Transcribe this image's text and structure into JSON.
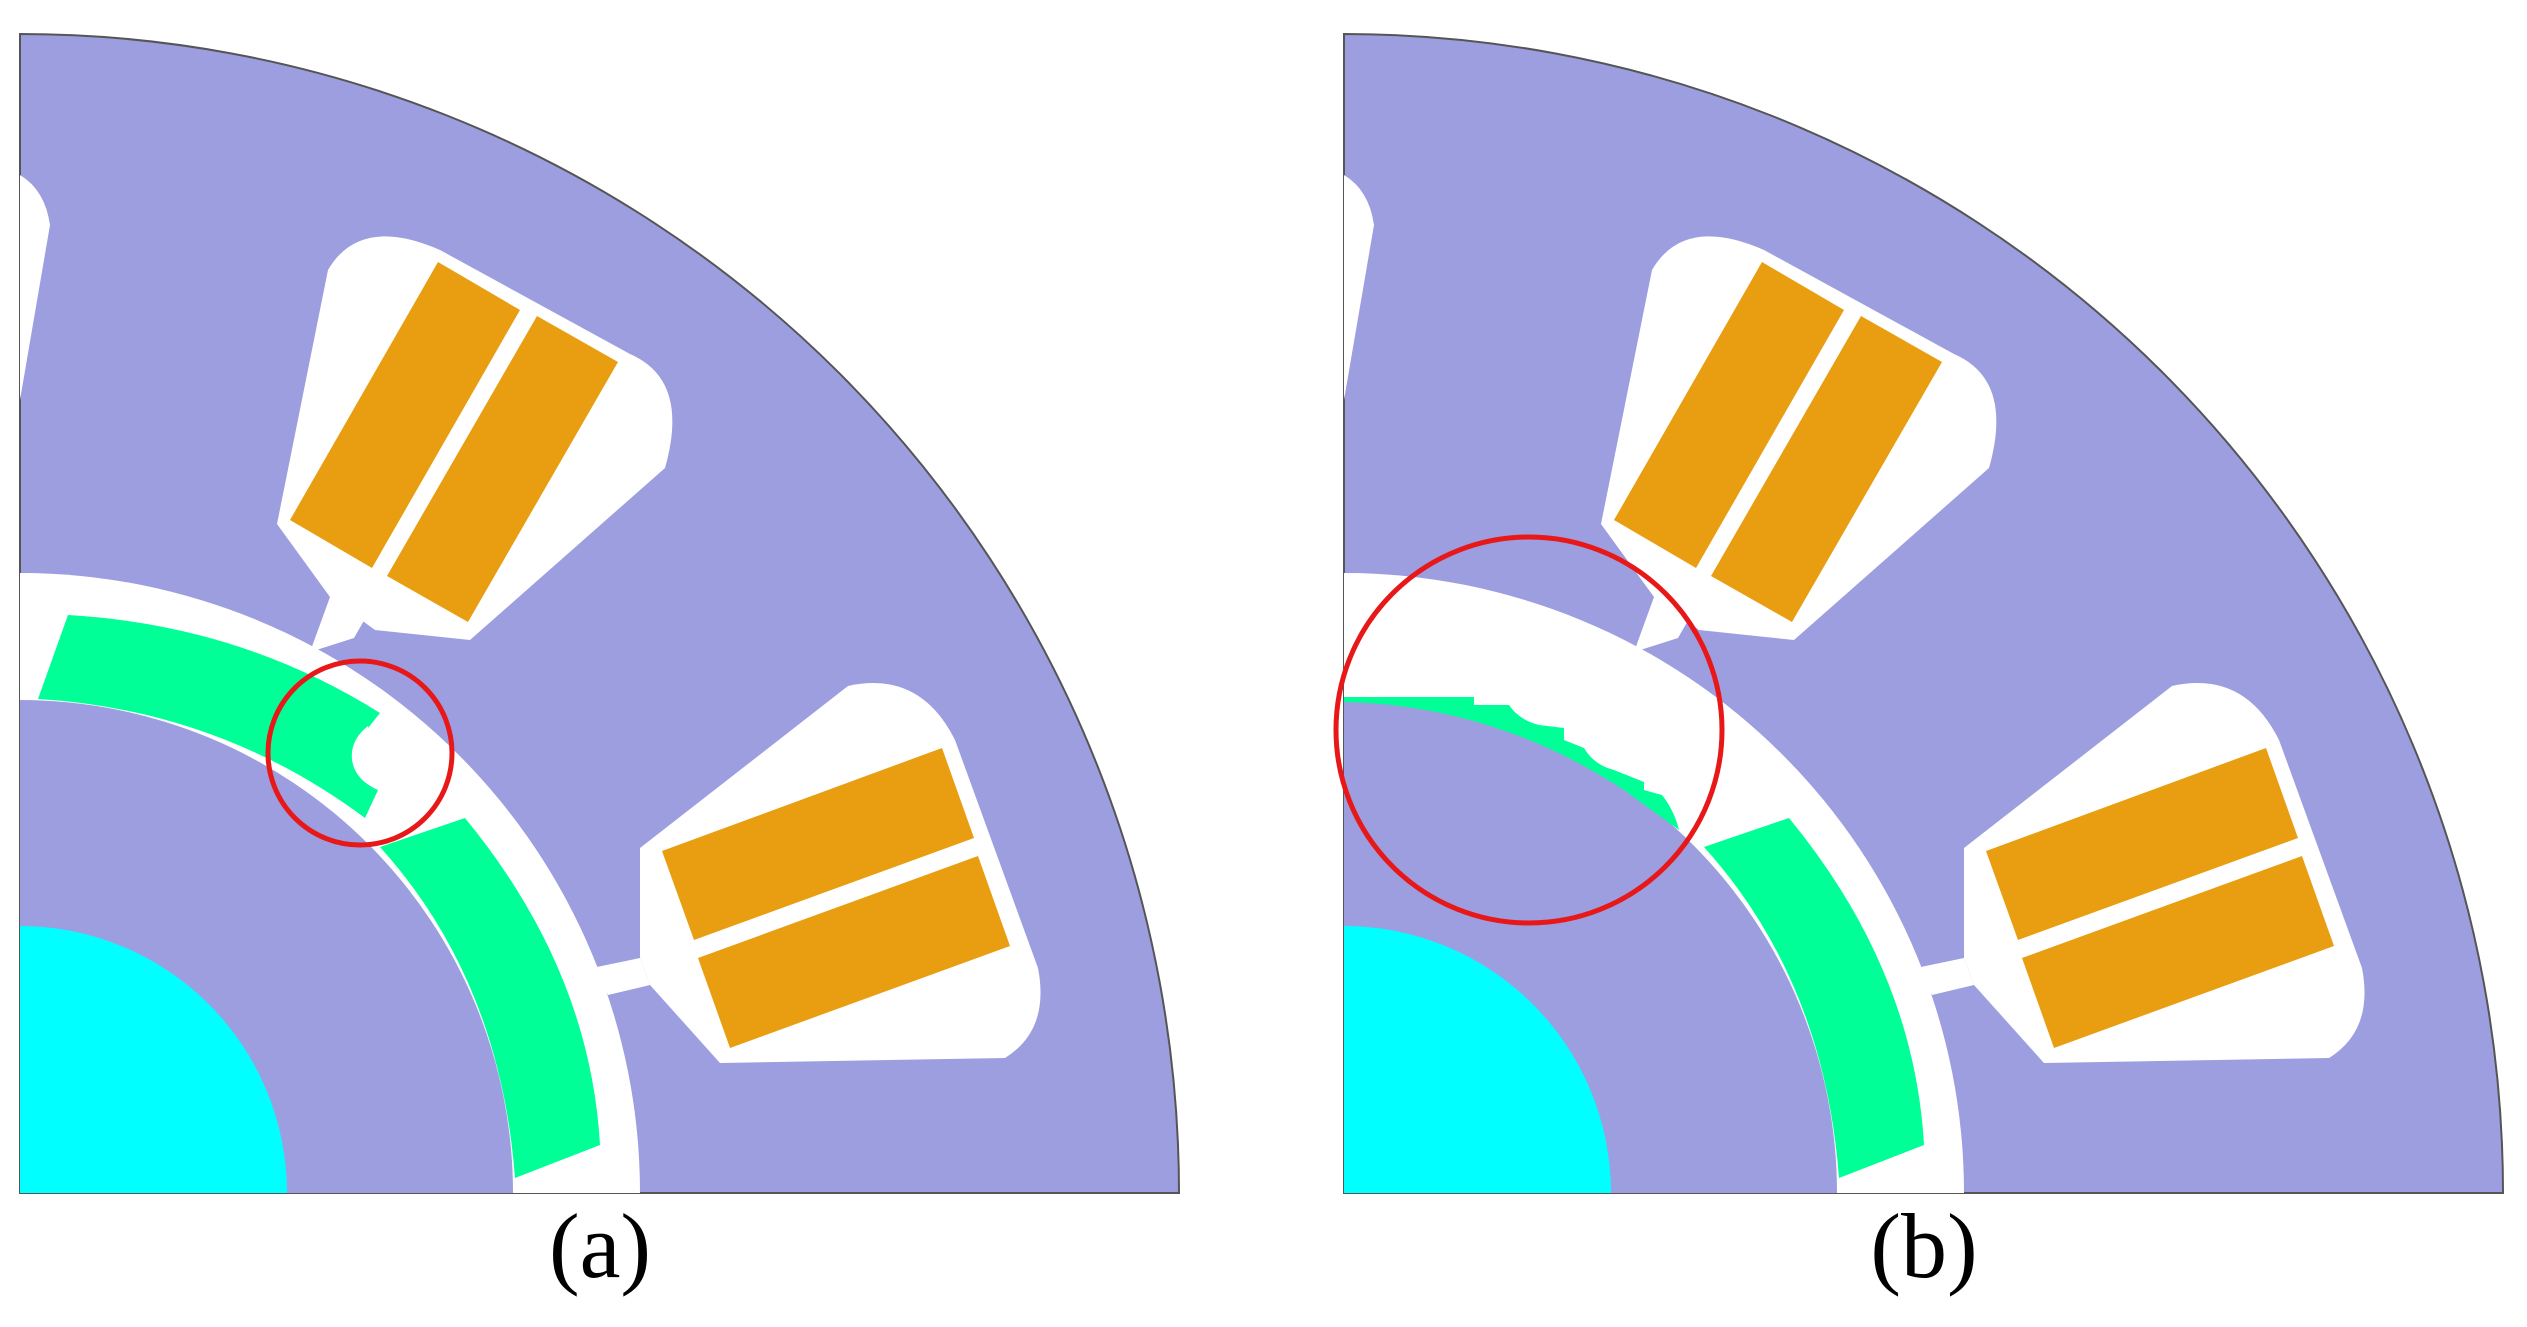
{
  "colors": {
    "stator_core": "#9c9ee0",
    "rotor_core": "#9c9ee0",
    "slot_air": "#ffffff",
    "winding": "#e89e10",
    "permanent_magnet": "#00ff96",
    "shaft": "#00ffff",
    "highlight_circle": "#e81818",
    "outline": "#555555"
  },
  "panels": [
    {
      "id": "a",
      "caption": "(a)"
    },
    {
      "id": "b",
      "caption": "(b)"
    }
  ]
}
